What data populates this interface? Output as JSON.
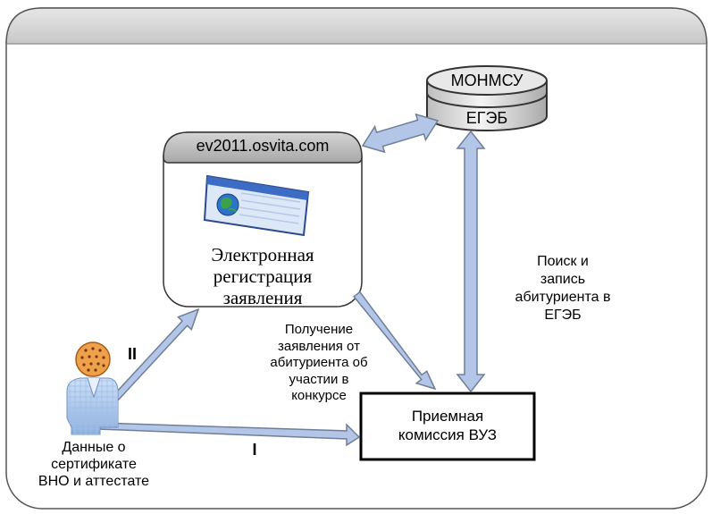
{
  "diagram": {
    "database": {
      "top_label": "МОНМСУ",
      "bottom_label": "ЕГЭБ"
    },
    "website": {
      "url": "ev2011.osvita.com",
      "caption_lines": [
        "Электронная",
        "регистрация",
        "заявления"
      ]
    },
    "search_label_lines": [
      "Поиск и",
      "запись",
      "абитуриента в",
      "ЕГЭБ"
    ],
    "receive_label_lines": [
      "Получение",
      "заявления от",
      "абитуриента об",
      "участии в",
      "конкурсе"
    ],
    "commission": {
      "label_lines": [
        "Приемная",
        "комиссия ВУЗ"
      ]
    },
    "applicant_label_lines": [
      "Данные о",
      "сертификате",
      "ВНО и аттестате"
    ],
    "route_1_label": "I",
    "route_2_label": "II",
    "colors": {
      "arrow_fill": "#b4c6e7",
      "arrow_stroke": "#6f7f99",
      "header_band": "#d6d6d6",
      "site_header": "#bdbdbd",
      "db_fill": "#d9d9d9"
    }
  }
}
